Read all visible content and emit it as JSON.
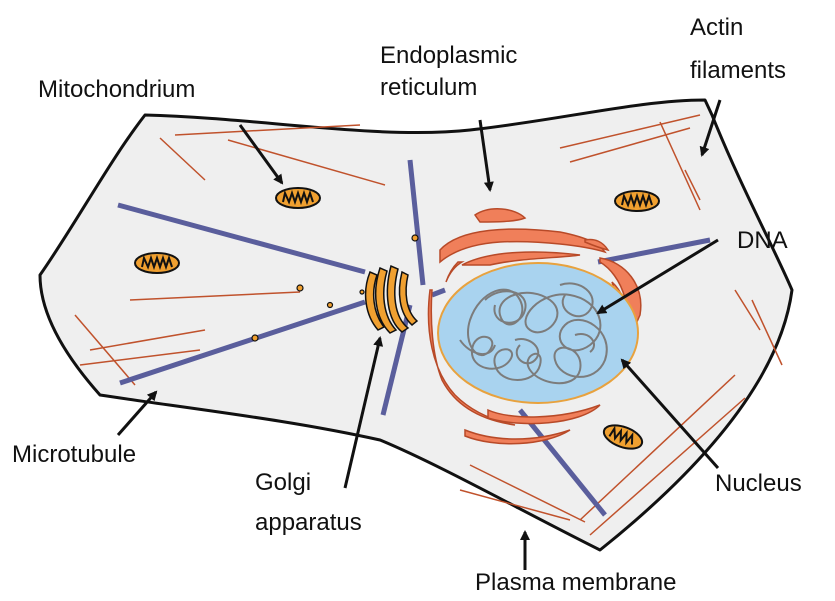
{
  "labels": {
    "mitochondrium": "Mitochondrium",
    "er_line1": "Endoplasmic",
    "er_line2": "reticulum",
    "actin_line1": "Actin",
    "actin_line2": "filaments",
    "dna": "DNA",
    "microtubule": "Microtubule",
    "golgi_line1": "Golgi",
    "golgi_line2": "apparatus",
    "nucleus": "Nucleus",
    "plasma_membrane": "Plasma membrane"
  },
  "colors": {
    "cytoplasm": "#efefef",
    "membrane": "#111111",
    "microtubule": "#5a5e9c",
    "actin": "#c0522c",
    "er": "#f07f5a",
    "mitochondrion": "#f0a030",
    "nucleus": "#a9d3ef",
    "nuclear_envelope": "#e8a23e",
    "dna": "#7c7c7c"
  }
}
